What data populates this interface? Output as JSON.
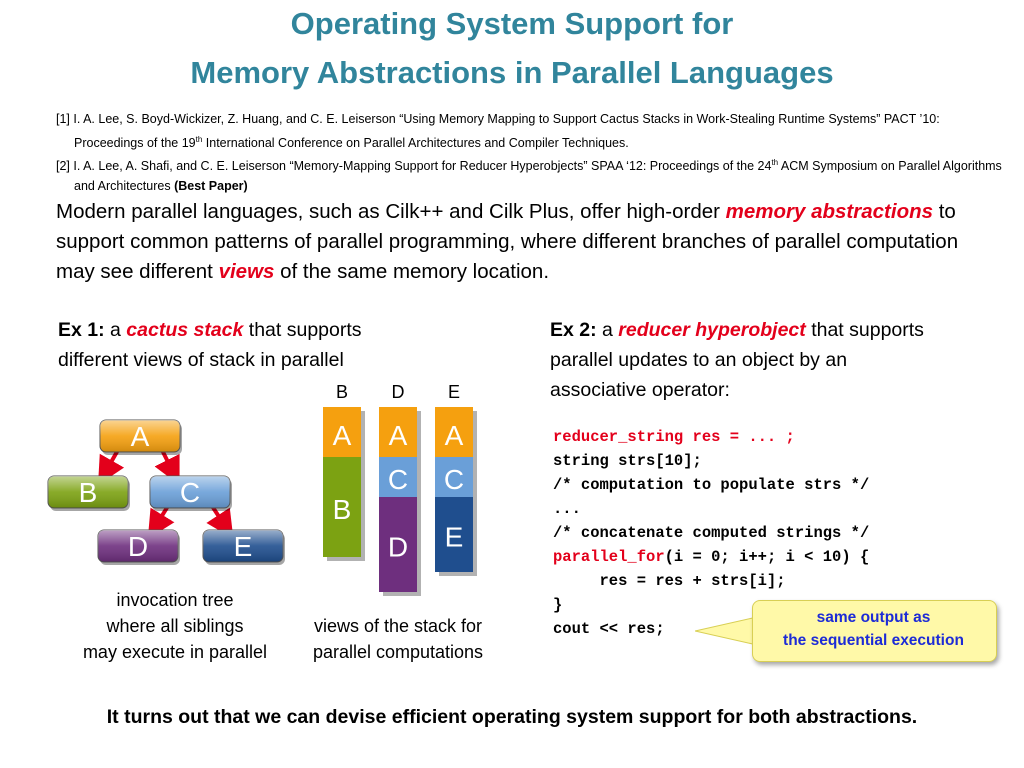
{
  "title": {
    "line1": "Operating System Support for",
    "line2": "Memory Abstractions in Parallel Languages"
  },
  "references": {
    "ref1_part1": "[1] I. A. Lee, S. Boyd-Wickizer, Z. Huang, and C. E. Leiserson “Using Memory Mapping to Support Cactus Stacks in Work-Stealing Runtime Systems” PACT ’10: Proceedings of the 19",
    "ref1_sup": "th",
    "ref1_part2": " International Conference on Parallel Architectures and Compiler Techniques.",
    "ref2_part1": "[2] I. A. Lee, A. Shafi, and C. E. Leiserson “Memory-Mapping Support for Reducer Hyperobjects”  SPAA ‘12: Proceedings of the 24",
    "ref2_sup": "th",
    "ref2_part2": " ACM Symposium on Parallel Algorithms and Architectures ",
    "ref2_award": "(Best Paper)"
  },
  "intro": {
    "part1": "Modern parallel languages, such as Cilk++ and Cilk Plus, offer high-order ",
    "emph1": "memory abstractions",
    "part2": " to support common patterns of parallel programming, where different branches of parallel computation may see different ",
    "emph2": "views",
    "part3": " of the same memory location."
  },
  "example1": {
    "label": "Ex 1:",
    "article": " a ",
    "term": "cactus stack",
    "rest1": " that supports",
    "rest2": "different views of stack in parallel"
  },
  "example2": {
    "label": "Ex 2:",
    "article": " a ",
    "term": "reducer hyperobject",
    "rest1": " that supports",
    "rest2": "parallel updates to an object by an",
    "rest3": "associative operator:"
  },
  "tree": {
    "nodes": [
      {
        "id": "A",
        "label": "A",
        "color": "#f5a00f"
      },
      {
        "id": "B",
        "label": "B",
        "color": "#7ca212"
      },
      {
        "id": "C",
        "label": "C",
        "color": "#6a9fd8"
      },
      {
        "id": "D",
        "label": "D",
        "color": "#6e2f7e"
      },
      {
        "id": "E",
        "label": "E",
        "color": "#1f4e8e"
      }
    ],
    "edges": [
      [
        "A",
        "B"
      ],
      [
        "A",
        "C"
      ],
      [
        "C",
        "D"
      ],
      [
        "C",
        "E"
      ]
    ],
    "arrow_color": "#e3001b",
    "caption1": "invocation tree",
    "caption2": "where all siblings",
    "caption3": "may execute in parallel"
  },
  "stacks": {
    "columns": [
      {
        "header": "B",
        "frames": [
          {
            "label": "A",
            "color": "#f5a00f",
            "units": 1
          },
          {
            "label": "B",
            "color": "#7ca212",
            "units": 2
          }
        ]
      },
      {
        "header": "D",
        "frames": [
          {
            "label": "A",
            "color": "#f5a00f",
            "units": 1
          },
          {
            "label": "C",
            "color": "#6a9fd8",
            "units": 0.8
          },
          {
            "label": "D",
            "color": "#6e2f7e",
            "units": 1.9
          }
        ]
      },
      {
        "header": "E",
        "frames": [
          {
            "label": "A",
            "color": "#f5a00f",
            "units": 1
          },
          {
            "label": "C",
            "color": "#6a9fd8",
            "units": 0.8
          },
          {
            "label": "E",
            "color": "#1f4e8e",
            "units": 1.5
          }
        ]
      }
    ],
    "caption1": "views of the stack for",
    "caption2": "parallel computations"
  },
  "code": {
    "lines": [
      {
        "text": "reducer_string res = ... ;",
        "red": true
      },
      {
        "text": "string strs[10];"
      },
      {
        "text": "/* computation to populate strs */"
      },
      {
        "text": "..."
      },
      {
        "text": "/* concatenate computed strings */"
      },
      {
        "red_prefix": "parallel_for",
        "text": "(i = 0; i++; i < 10) {"
      },
      {
        "text": "     res = res + strs[i];"
      },
      {
        "text": "}"
      },
      {
        "text": "cout << res;"
      }
    ]
  },
  "callout": {
    "line1": "same output as",
    "line2": "the sequential execution",
    "bg_color": "#fff9a8",
    "text_color": "#1d2bd6"
  },
  "footer": "It turns out that we can devise efficient operating system support for both abstractions."
}
